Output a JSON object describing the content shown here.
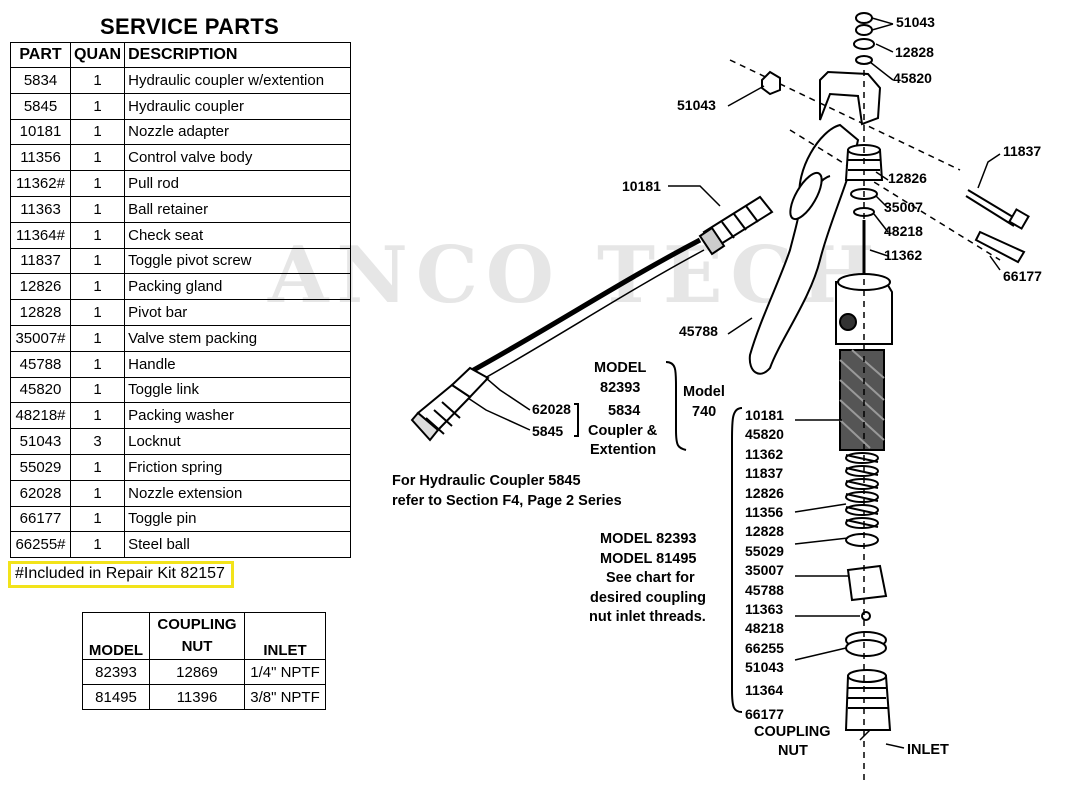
{
  "service_parts": {
    "title": "SERVICE PARTS",
    "headers": [
      "PART",
      "QUAN",
      "DESCRIPTION"
    ],
    "rows": [
      [
        "5834",
        "1",
        "Hydraulic coupler w/extention"
      ],
      [
        "5845",
        "1",
        "Hydraulic coupler"
      ],
      [
        "10181",
        "1",
        "Nozzle adapter"
      ],
      [
        "11356",
        "1",
        "Control valve body"
      ],
      [
        "11362#",
        "1",
        "Pull rod"
      ],
      [
        "11363",
        "1",
        "Ball retainer"
      ],
      [
        "11364#",
        "1",
        "Check seat"
      ],
      [
        "11837",
        "1",
        "Toggle pivot screw"
      ],
      [
        "12826",
        "1",
        "Packing gland"
      ],
      [
        "12828",
        "1",
        "Pivot bar"
      ],
      [
        "35007#",
        "1",
        "Valve stem packing"
      ],
      [
        "45788",
        "1",
        "Handle"
      ],
      [
        "45820",
        "1",
        "Toggle link"
      ],
      [
        "48218#",
        "1",
        "Packing washer"
      ],
      [
        "51043",
        "3",
        "Locknut"
      ],
      [
        "55029",
        "1",
        "Friction spring"
      ],
      [
        "62028",
        "1",
        "Nozzle extension"
      ],
      [
        "66177",
        "1",
        "Toggle pin"
      ],
      [
        "66255#",
        "1",
        "Steel ball"
      ]
    ],
    "repair_kit_note": "#Included in Repair Kit 82157"
  },
  "coupling_table": {
    "headers": [
      "MODEL",
      "COUPLING NUT",
      "INLET"
    ],
    "rows": [
      [
        "82393",
        "12869",
        "1/4\" NPTF"
      ],
      [
        "81495",
        "11396",
        "3/8\" NPTF"
      ]
    ]
  },
  "watermark": "ANCO TECH",
  "diagram": {
    "callouts": {
      "c51043_top": "51043",
      "c12828_top": "12828",
      "c45820_top": "45820",
      "c51043_left": "51043",
      "c10181": "10181",
      "c11837": "11837",
      "c12826": "12826",
      "c35007": "35007",
      "c48218": "48218",
      "c11362": "11362",
      "c66177": "66177",
      "c45788": "45788",
      "c62028": "62028",
      "c5845": "5845"
    },
    "model_note": {
      "line1": "MODEL",
      "line2": "82393",
      "line3": "5834",
      "line4": "Coupler &",
      "line5": "Extention",
      "model_740_a": "Model",
      "model_740_b": "740"
    },
    "hydraulic_note": {
      "line1": "For Hydraulic Coupler 5845",
      "line2": "refer to Section F4, Page 2 Series"
    },
    "kit_list": [
      "10181",
      "45820",
      "11362",
      "11837",
      "12826",
      "11356",
      "12828",
      "55029",
      "35007",
      "45788",
      "11363",
      "48218",
      "66255",
      "51043",
      "11364",
      "66177"
    ],
    "model_chart_note": {
      "line1": "MODEL 82393",
      "line2": "MODEL 81495",
      "line3": "See chart for",
      "line4": "desired coupling",
      "line5": "nut inlet threads."
    },
    "coupling_nut_label": [
      "COUPLING",
      "NUT"
    ],
    "inlet_label": "INLET"
  }
}
